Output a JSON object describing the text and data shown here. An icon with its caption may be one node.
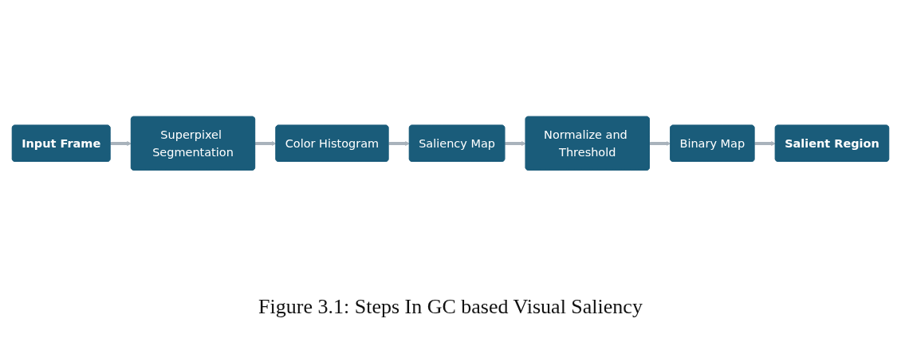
{
  "diagram": {
    "caption": "Figure 3.1: Steps In GC based Visual Saliency",
    "nodes": [
      {
        "text": [
          "Input Frame"
        ]
      },
      {
        "text": [
          "Superpixel Segmentation"
        ]
      },
      {
        "text": [
          "Color Histogram"
        ]
      },
      {
        "text": [
          "Saliency Map"
        ]
      },
      {
        "text": [
          "Normalize and Threshold"
        ]
      },
      {
        "text": [
          "Binary Map"
        ]
      },
      {
        "text": [
          "Salient Region"
        ]
      }
    ],
    "edges": [
      {
        "from": 0,
        "to": 1,
        "arrow": "to"
      },
      {
        "from": 1,
        "to": 2,
        "arrow": "to"
      },
      {
        "from": 2,
        "to": 3,
        "arrow": "to"
      },
      {
        "from": 3,
        "to": 4,
        "arrow": "to"
      },
      {
        "from": 4,
        "to": 5,
        "arrow": "to"
      },
      {
        "from": 5,
        "to": 6,
        "arrow": "to"
      }
    ]
  }
}
